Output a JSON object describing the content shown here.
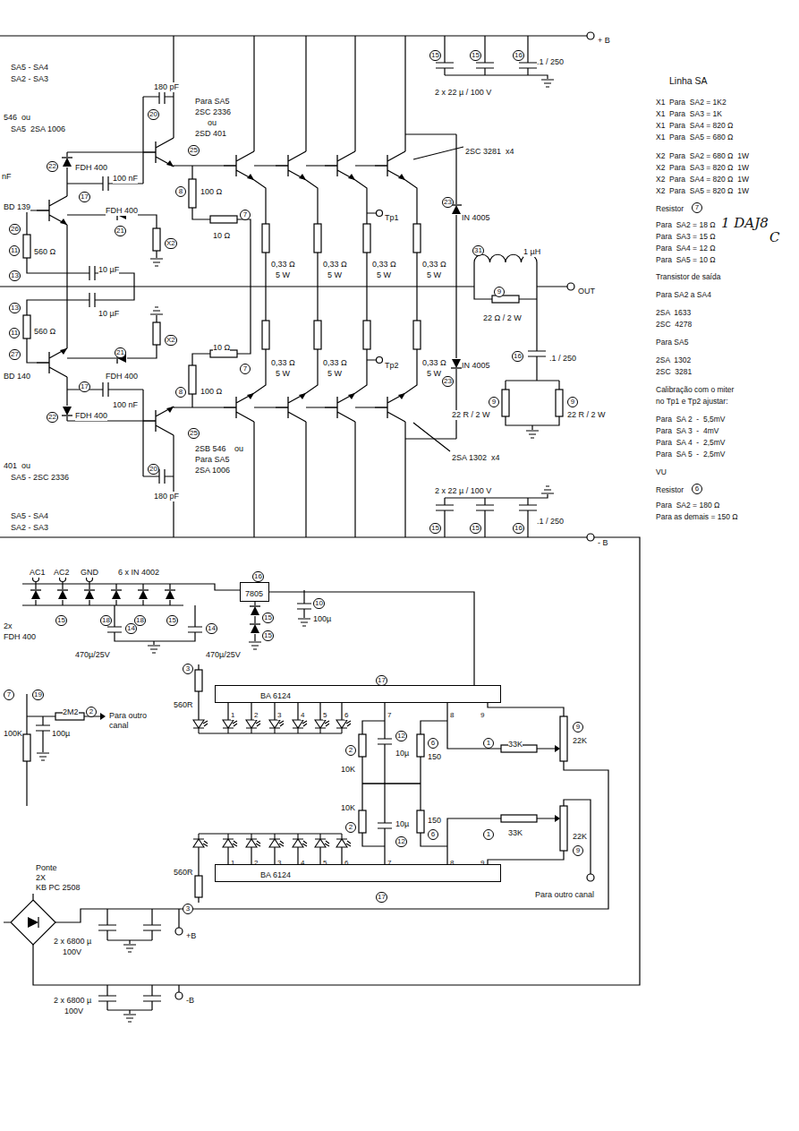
{
  "diagram": {
    "nodes": [
      {
        "text": [
          "7805"
        ]
      },
      {
        "text": [
          "BA 6124"
        ]
      },
      {
        "text": [
          "BA 6124"
        ]
      }
    ],
    "edges": [
      {
        "from": 0,
        "to": 1,
        "arrow": "none"
      }
    ],
    "labels": [
      "+ B",
      "SA5 - SA4",
      "SA2 - SA3",
      "180 pF",
      "20",
      "Para SA5",
      "2SC 2336",
      "ou",
      "2SD 401",
      "25",
      "546  ou",
      "SA5  2SA 1006",
      "nF",
      "22",
      "FDH 400",
      "100 nF",
      "17",
      "8",
      "100 Ω",
      "7",
      "FDH 400",
      "10 Ω",
      "BD 139",
      "26",
      "21",
      "X2",
      "11",
      "560 Ω",
      "13",
      "10 µF",
      "2SC 3281  x4",
      "15",
      "15",
      "16",
      ".1 / 250",
      "2 x 22 µ / 100 V",
      "Tp1",
      "0,33 Ω",
      "5 W",
      "0,33 Ω",
      "5 W",
      "0,33 Ω",
      "5 W",
      "0,33 Ω",
      "5 W",
      "23",
      "IN 4005",
      "31",
      "1 µH",
      "9",
      "22 Ω / 2 W",
      "OUT",
      "13",
      "10 µF",
      "11",
      "560 Ω",
      "FDH 400",
      "21",
      "X2",
      "100 Ω",
      "8",
      "7",
      "10 Ω",
      "BD 140",
      "27",
      "0,33 Ω",
      "5 W",
      "0,33 Ω",
      "5 W",
      "0,33 Ω",
      "5 W",
      "Tp2",
      "23",
      "IN 4005",
      "16",
      ".1 / 250",
      "9",
      "22 R / 2 W",
      "9",
      "22 R / 2 W",
      "17",
      "100 nF",
      "22",
      "FDH 400",
      "2SA 1302  x4",
      "2SB 546",
      "25",
      "ou",
      "Para SA5",
      "2SA 1006",
      "401  ou",
      "SA5 - 2SC 2336",
      "20",
      "180 pF",
      "SA5 - SA4",
      "SA2 - SA3",
      "2 x 22 µ / 100 V",
      ".1 / 250",
      "15",
      "15",
      "16",
      "- B",
      "Linha SA",
      "X1  Para  SA2 = 1K2",
      "X1  Para  SA3 = 1K",
      "X1  Para  SA4 = 820 Ω",
      "X1  Para  SA5 = 680 Ω",
      "X2  Para  SA2 = 680 Ω  1W",
      "X2  Para  SA3 = 820 Ω  1W",
      "X2  Para  SA4 = 820 Ω  1W",
      "X2  Para  SA5 = 820 Ω  1W",
      "Resistor",
      "7",
      "Para  SA2 = 18 Ω",
      "Para  SA3 = 15 Ω",
      "Para  SA4 = 12 Ω",
      "Para  SA5 = 10 Ω",
      "1 DAJ8",
      "C",
      "Transistor de saída",
      "Para SA2 a SA4",
      "2SA  1633",
      "2SC  4278",
      "Para SA5",
      "2SA  1302",
      "2SC  3281",
      "Calibração com o miter",
      "no Tp1 e Tp2 ajustar:",
      "Para  SA 2  -  5,5mV",
      "Para  SA 3  -  4mV",
      "Para  SA 4  -  2,5mV",
      "Para  SA 5  -  2,5mV",
      "VU",
      "Resistor",
      "6",
      "Para  SA2 = 180 Ω",
      "Para as demais = 150 Ω",
      "AC1",
      "AC2",
      "GND",
      "6 x IN 4002",
      "18",
      "15",
      "18",
      "15",
      "2x",
      "FDH 400",
      "16",
      "10",
      "100µ",
      "15",
      "15",
      "14",
      "14",
      "470µ/25V",
      "470µ/25V",
      "3",
      "560R",
      "17",
      "1",
      "2",
      "3",
      "4",
      "5",
      "6",
      "7",
      "8",
      "9",
      "7",
      "19",
      "2M2",
      "2",
      "Para outro canal",
      "100K",
      "100µ",
      "2",
      "10K",
      "12",
      "10µ",
      "6",
      "150",
      "1",
      "33K",
      "9",
      "22K",
      "2",
      "10K",
      "12",
      "10µ",
      "6",
      "150",
      "1",
      "33K",
      "9",
      "22K",
      "Para outro canal",
      "3",
      "560R",
      "1",
      "2",
      "3",
      "4",
      "5",
      "6",
      "7",
      "8",
      "9",
      "17",
      "Ponte",
      "2X",
      "KB PC 2508",
      "2 x 6800 µ",
      "100V",
      "+B",
      "2 x 6800 µ",
      "100V",
      "-B"
    ]
  }
}
